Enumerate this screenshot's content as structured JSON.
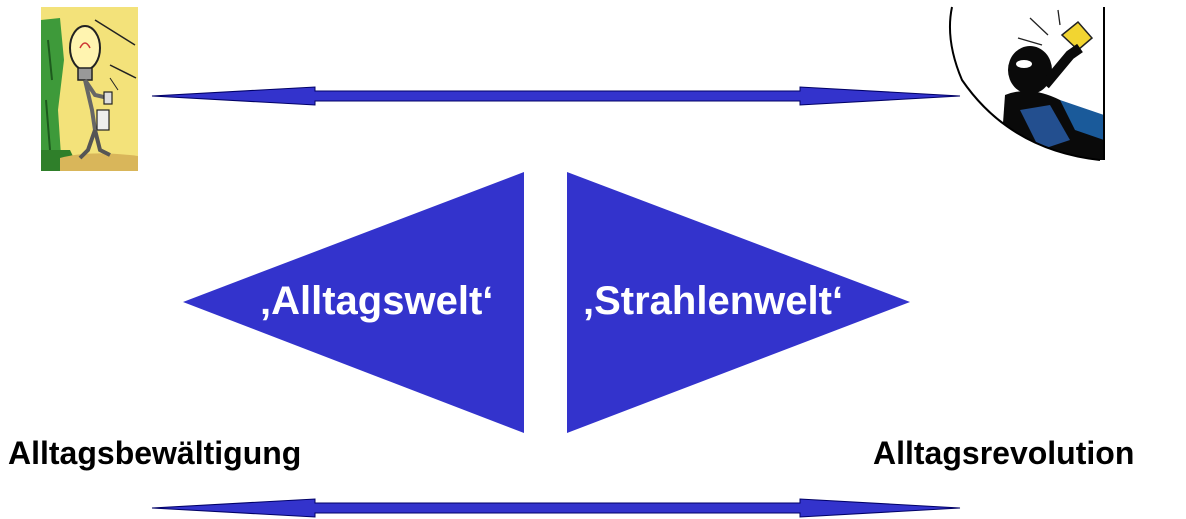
{
  "colors": {
    "arrow_fill": "#3333cc",
    "arrow_stroke": "#000066",
    "triangle_fill": "#3333cc",
    "label_text": "#000000",
    "triangle_text": "#ffffff"
  },
  "images": {
    "left": "comic-lightbulb-character",
    "right": "comic-silhouette-with-lamp"
  },
  "triangles": {
    "left_label": "‚Alltagswelt‘",
    "right_label": "‚Strahlenwelt‘"
  },
  "labels": {
    "left": "Alltagsbewältigung",
    "right": "Alltagsrevolution"
  }
}
